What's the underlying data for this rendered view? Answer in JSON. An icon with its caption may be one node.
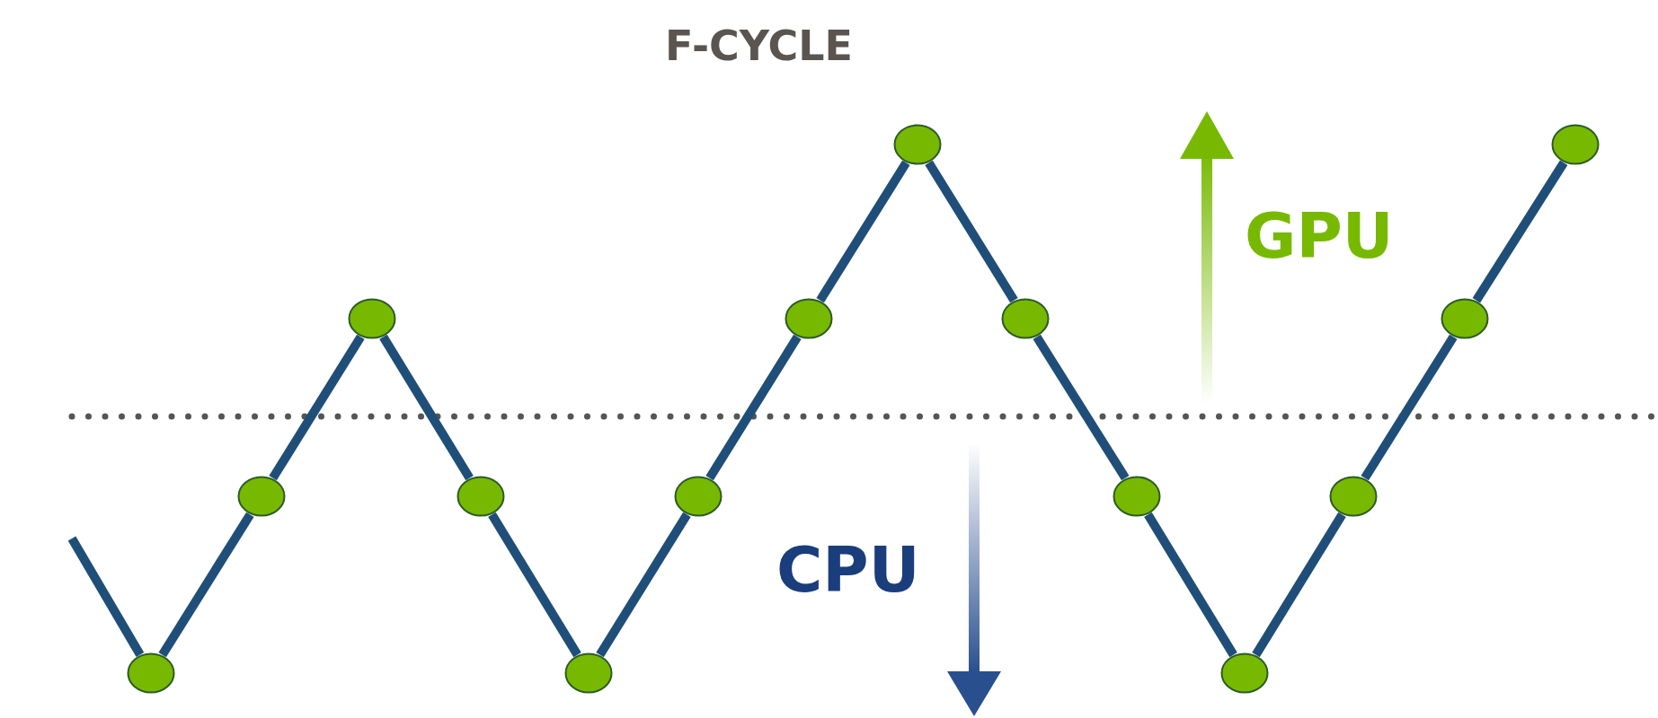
{
  "diagram": {
    "title": "F-CYCLE",
    "nodes": [
      {
        "text": [],
        "shape": "circle"
      },
      {
        "text": [],
        "shape": "circle"
      },
      {
        "text": [],
        "shape": "circle"
      },
      {
        "text": [],
        "shape": "circle"
      },
      {
        "text": [],
        "shape": "circle"
      },
      {
        "text": [],
        "shape": "circle"
      },
      {
        "text": [],
        "shape": "circle"
      },
      {
        "text": [],
        "shape": "circle"
      },
      {
        "text": [],
        "shape": "circle"
      },
      {
        "text": [],
        "shape": "circle"
      },
      {
        "text": [],
        "shape": "circle"
      },
      {
        "text": [],
        "shape": "circle"
      },
      {
        "text": [],
        "shape": "circle"
      },
      {
        "text": [],
        "shape": "circle"
      }
    ],
    "edges": [
      {
        "from": null,
        "to": 0,
        "arrow": "none"
      },
      {
        "from": 0,
        "to": 1,
        "arrow": "none"
      },
      {
        "from": 1,
        "to": 2,
        "arrow": "none"
      },
      {
        "from": 2,
        "to": 3,
        "arrow": "none"
      },
      {
        "from": 3,
        "to": 4,
        "arrow": "none"
      },
      {
        "from": 4,
        "to": 5,
        "arrow": "none"
      },
      {
        "from": 5,
        "to": 6,
        "arrow": "none"
      },
      {
        "from": 6,
        "to": 7,
        "arrow": "none"
      },
      {
        "from": 7,
        "to": 8,
        "arrow": "none"
      },
      {
        "from": 8,
        "to": 9,
        "arrow": "none"
      },
      {
        "from": 9,
        "to": 10,
        "arrow": "none"
      },
      {
        "from": 10,
        "to": 11,
        "arrow": "none"
      },
      {
        "from": 11,
        "to": 12,
        "arrow": "none"
      },
      {
        "from": 12,
        "to": 13,
        "arrow": "none"
      }
    ],
    "labels": [
      "GPU",
      "CPU"
    ]
  }
}
